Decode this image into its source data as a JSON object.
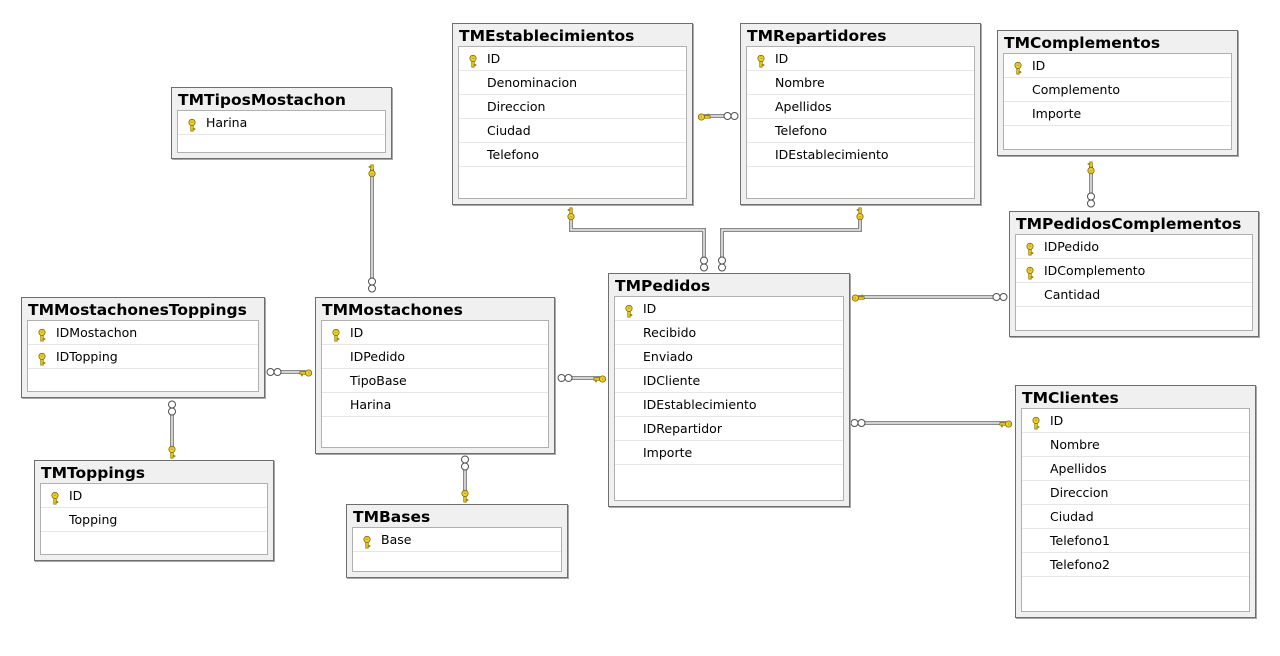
{
  "tables": [
    {
      "id": "t-estab",
      "name": "TMEstablecimientos",
      "columns": [
        {
          "name": "ID",
          "pk": true
        },
        {
          "name": "Denominacion"
        },
        {
          "name": "Direccion"
        },
        {
          "name": "Ciudad"
        },
        {
          "name": "Telefono"
        }
      ]
    },
    {
      "id": "t-repart",
      "name": "TMRepartidores",
      "columns": [
        {
          "name": "ID",
          "pk": true
        },
        {
          "name": "Nombre"
        },
        {
          "name": "Apellidos"
        },
        {
          "name": "Telefono"
        },
        {
          "name": "IDEstablecimiento"
        }
      ]
    },
    {
      "id": "t-compl",
      "name": "TMComplementos",
      "columns": [
        {
          "name": "ID",
          "pk": true
        },
        {
          "name": "Complemento"
        },
        {
          "name": "Importe"
        }
      ]
    },
    {
      "id": "t-tipos",
      "name": "TMTiposMostachon",
      "columns": [
        {
          "name": "Harina",
          "pk": true
        }
      ]
    },
    {
      "id": "t-pedcompl",
      "name": "TMPedidosComplementos",
      "columns": [
        {
          "name": "IDPedido",
          "pk": true
        },
        {
          "name": "IDComplemento",
          "pk": true
        },
        {
          "name": "Cantidad"
        }
      ]
    },
    {
      "id": "t-pedidos",
      "name": "TMPedidos",
      "columns": [
        {
          "name": "ID",
          "pk": true
        },
        {
          "name": "Recibido"
        },
        {
          "name": "Enviado"
        },
        {
          "name": "IDCliente"
        },
        {
          "name": "IDEstablecimiento"
        },
        {
          "name": "IDRepartidor"
        },
        {
          "name": "Importe"
        }
      ]
    },
    {
      "id": "t-mostop",
      "name": "TMMostachonesToppings",
      "columns": [
        {
          "name": "IDMostachon",
          "pk": true
        },
        {
          "name": "IDTopping",
          "pk": true
        }
      ]
    },
    {
      "id": "t-most",
      "name": "TMMostachones",
      "columns": [
        {
          "name": "ID",
          "pk": true
        },
        {
          "name": "IDPedido"
        },
        {
          "name": "TipoBase"
        },
        {
          "name": "Harina"
        }
      ]
    },
    {
      "id": "t-clientes",
      "name": "TMClientes",
      "columns": [
        {
          "name": "ID",
          "pk": true
        },
        {
          "name": "Nombre"
        },
        {
          "name": "Apellidos"
        },
        {
          "name": "Direccion"
        },
        {
          "name": "Ciudad"
        },
        {
          "name": "Telefono1"
        },
        {
          "name": "Telefono2"
        }
      ]
    },
    {
      "id": "t-toppings",
      "name": "TMToppings",
      "columns": [
        {
          "name": "ID",
          "pk": true
        },
        {
          "name": "Topping"
        }
      ]
    },
    {
      "id": "t-bases",
      "name": "TMBases",
      "columns": [
        {
          "name": "Base",
          "pk": true
        }
      ]
    }
  ],
  "relationships": [
    {
      "one": "TMEstablecimientos",
      "many": "TMRepartidores"
    },
    {
      "one": "TMEstablecimientos",
      "many": "TMPedidos"
    },
    {
      "one": "TMRepartidores",
      "many": "TMPedidos"
    },
    {
      "one": "TMComplementos",
      "many": "TMPedidosComplementos"
    },
    {
      "one": "TMPedidos",
      "many": "TMPedidosComplementos"
    },
    {
      "one": "TMTiposMostachon",
      "many": "TMMostachones"
    },
    {
      "one": "TMMostachones",
      "many": "TMMostachonesToppings"
    },
    {
      "one": "TMPedidos",
      "many": "TMMostachones"
    },
    {
      "one": "TMClientes",
      "many": "TMPedidos"
    },
    {
      "one": "TMToppings",
      "many": "TMMostachonesToppings"
    },
    {
      "one": "TMBases",
      "many": "TMMostachones"
    }
  ],
  "colors": {
    "key_icon": "#f2d21b",
    "key_outline": "#7a6400",
    "connector": "#8a8a8a"
  }
}
